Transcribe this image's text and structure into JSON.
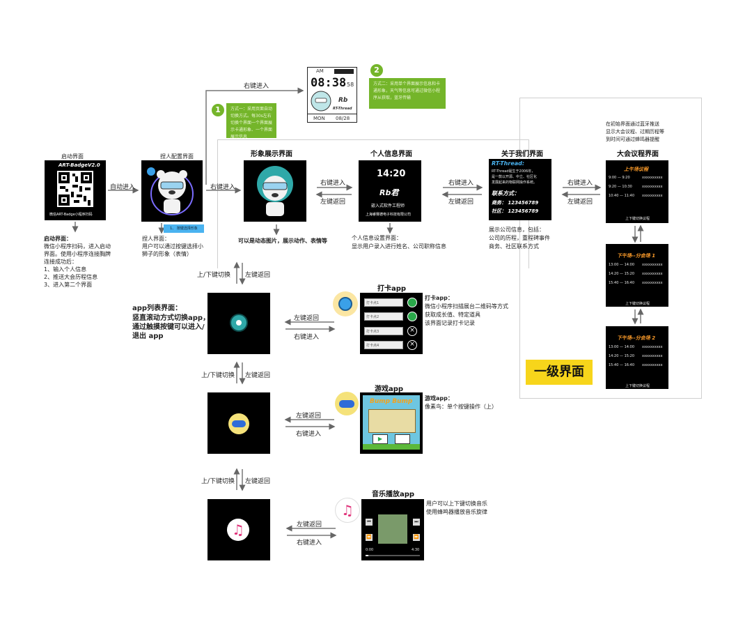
{
  "startup": {
    "title": "启动界面",
    "screen_title": "ART-BadgeV2.0",
    "screen_caption": "微信ART-Badge小程序扫码",
    "desc": [
      "启动界面：",
      "微信小程序扫码，进入启动",
      "界面。使用小程序连接胸牌",
      "连接成功后：",
      "1、输入个人信息",
      "2、推送大会历程信息",
      "3、进入第二个界面"
    ]
  },
  "config": {
    "title": "捏人配置界面",
    "tag": "1、 按键选择形象",
    "desc": [
      "捏人界面：",
      "用户可以通过按键选择小",
      "狮子的形象（表情）"
    ]
  },
  "arrows": {
    "auto_enter": "自动进入",
    "right_enter": "右键进入",
    "left_back": "左键返回",
    "updown": "上/下键切换"
  },
  "watch": {
    "am": "AM",
    "time": "08:38",
    "sec": "58",
    "name": "Rb",
    "brand": "RT-Thread",
    "day": "MON",
    "date": "08/28"
  },
  "method1": {
    "badge": "1",
    "text": "方式一：采用页面自动切换方式。每30s左右切换个界面一个界面展示卡通形象、一个界面展示信息"
  },
  "method2": {
    "badge": "2",
    "text": "方式二：采用单个界面展示信息和卡通形象，天气等信息可通过微信小程序从获取，蓝牙传输"
  },
  "image_screen": {
    "title": "形象展示界面",
    "desc": "可以是动态图片，展示动作、表情等"
  },
  "profile_screen": {
    "title": "个人信息界面",
    "time": "14:20",
    "name": "Rb君",
    "role": "嵌入式软件工程师",
    "company": "上海睿赛德电子科技有限公司",
    "desc": [
      "个人信息设置界面：",
      "显示用户录入进行姓名、公司职称信息"
    ]
  },
  "about_screen": {
    "title": "关于我们界面",
    "header": "RT-Thread:",
    "lines": [
      "RT-Thread诞生于2006年，",
      "是一款以开源、中立、社区化",
      "发展起来的物联网操作系统。"
    ],
    "contact_title": "联系方式：",
    "biz": "商务： 123456789",
    "community": "社区： 123456789",
    "desc": [
      "展示公司信息，包括：",
      "公司的历程，重程碑事件",
      "商务、社区联系方式"
    ]
  },
  "agenda": {
    "note": [
      "在初始界面通过蓝牙推送",
      "显示大会议程、过期历程等",
      "到时间可通过蜂鸣器提醒"
    ],
    "title": "大会议程界面",
    "cards": [
      {
        "header": "上午场议程",
        "rows": [
          [
            "9:00 — 9:20",
            "xxxxxxxxxx"
          ],
          [
            "9:20 — 10:30",
            "xxxxxxxxxx"
          ],
          [
            "10:40 — 11:40",
            "xxxxxxxxxx"
          ]
        ],
        "footer": "上下键切换议程"
      },
      {
        "header": "下午场--分会场 1",
        "rows": [
          [
            "13:00 — 14:00",
            "xxxxxxxxxx"
          ],
          [
            "14:20 — 15:20",
            "xxxxxxxxxx"
          ],
          [
            "15:40 — 16:40",
            "xxxxxxxxxx"
          ]
        ],
        "footer": "上下键切换议程"
      },
      {
        "header": "下午场--分会场 2",
        "rows": [
          [
            "13:00 — 14:00",
            "xxxxxxxxxx"
          ],
          [
            "14:20 — 15:20",
            "xxxxxxxxxx"
          ],
          [
            "15:40 — 16:40",
            "xxxxxxxxxx"
          ]
        ],
        "footer": "上下键切换议程"
      }
    ]
  },
  "level_label": "一级界面",
  "app_list": {
    "desc": [
      "app列表界面：",
      "竖直滚动方式切换app，",
      "通过触摸按键可以进入/",
      "退出 app"
    ]
  },
  "checkin_app": {
    "title": "打卡app",
    "rows": [
      "打卡点1",
      "打卡点2",
      "打卡点3",
      "打卡点4"
    ],
    "desc": [
      "打卡app：",
      "微信小程序扫描展台二维码等方式",
      "获取成长值、特定道具",
      "该界面记录打卡记录"
    ]
  },
  "game_app": {
    "title": "游戏app",
    "banner": "Bump Bump",
    "desc": [
      "游戏app：",
      "像素鸟：单个按键操作（上）"
    ]
  },
  "music_app": {
    "title": "音乐播放app",
    "elapsed": "0:00",
    "total": "4:30",
    "desc": [
      "用户可以上下键切换音乐",
      "使用蜂鸣器播放音乐旋律"
    ]
  },
  "colors": {
    "green": "#74b52a",
    "orange": "#ff9d2a",
    "blue_accent": "#3aa0e8",
    "yellow": "#f7d51b"
  }
}
